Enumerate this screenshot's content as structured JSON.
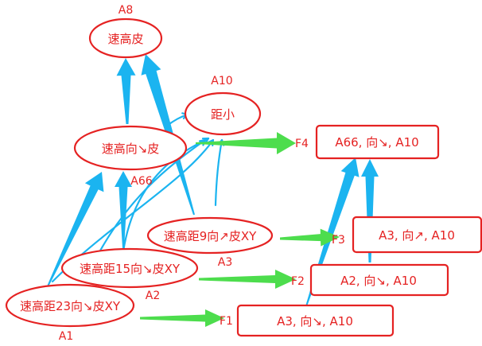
{
  "diagram": {
    "nodes": [
      {
        "id": "A1",
        "label": "A1",
        "text": "速高距23向↘皮XY"
      },
      {
        "id": "A2",
        "label": "A2",
        "text": "速高距15向↘皮XY"
      },
      {
        "id": "A3",
        "label": "A3",
        "text": "速高距9向↗皮XY"
      },
      {
        "id": "A66",
        "label": "A66",
        "text": "速高向↘皮"
      },
      {
        "id": "A8",
        "label": "A8",
        "text": "速高皮"
      },
      {
        "id": "A10",
        "label": "A10",
        "text": "距小"
      },
      {
        "id": "F1",
        "label": "F1",
        "text": "A3, 向↘, A10"
      },
      {
        "id": "F2",
        "label": "F2",
        "text": "A2, 向↘, A10"
      },
      {
        "id": "F3",
        "label": "F3",
        "text": "A3, 向↗, A10"
      },
      {
        "id": "F4",
        "label": "F4",
        "text": "A66, 向↘, A10"
      }
    ],
    "colors": {
      "node": "#e52222",
      "blue_arrow": "#1bb4f0",
      "green_arrow": "#4ddd4d"
    }
  }
}
